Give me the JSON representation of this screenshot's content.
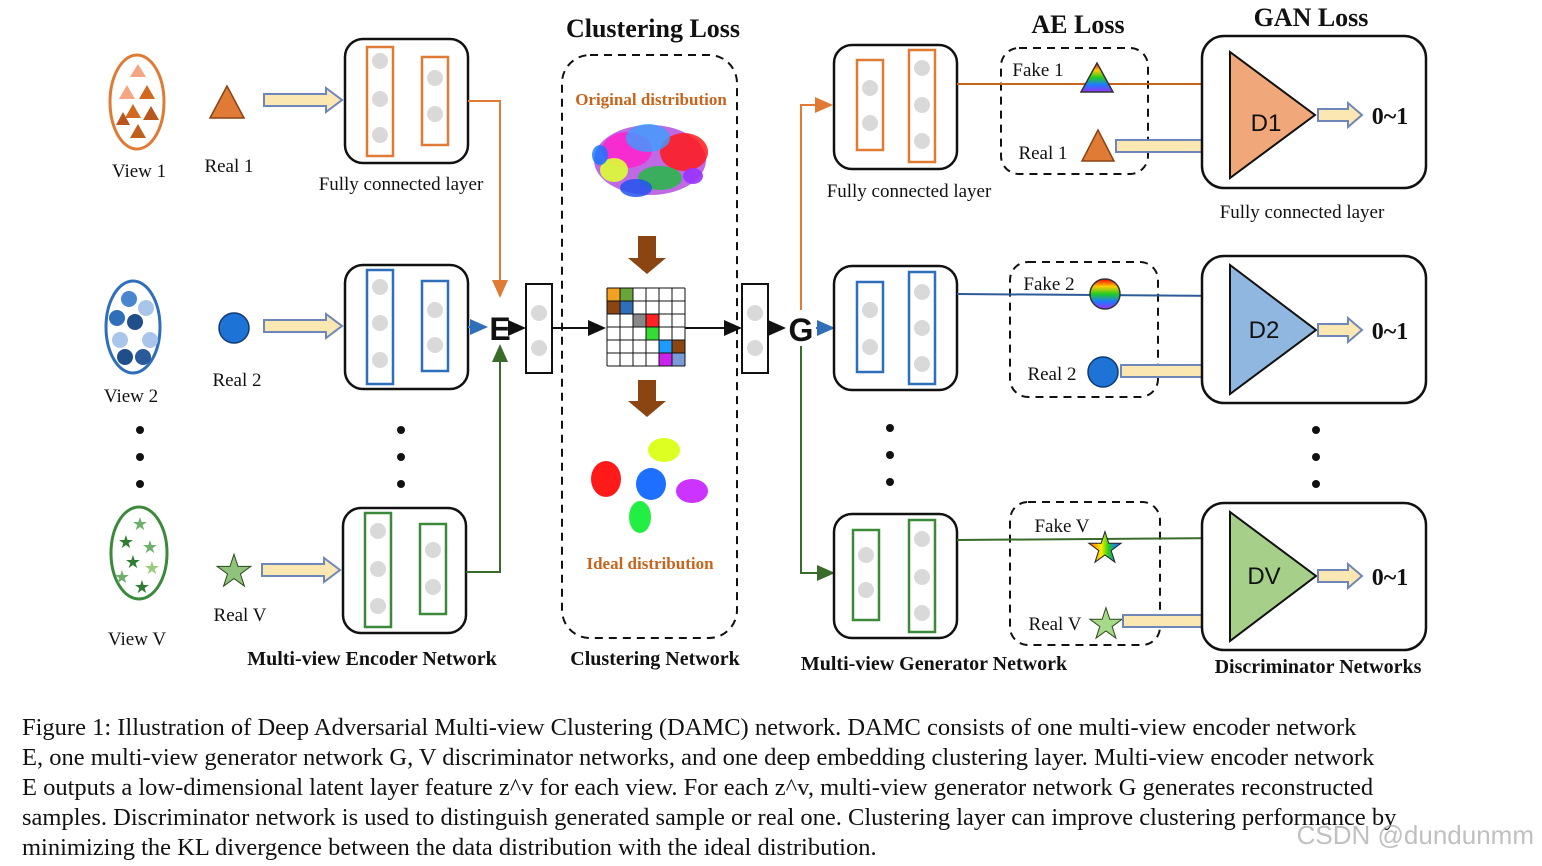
{
  "titles": {
    "clustering_loss": "Clustering Loss",
    "ae_loss": "AE Loss",
    "gan_loss": "GAN Loss"
  },
  "views": [
    {
      "label": "View 1",
      "real": "Real 1"
    },
    {
      "label": "View 2",
      "real": "Real 2"
    },
    {
      "label": "View V",
      "real": "Real V"
    }
  ],
  "encoder": {
    "fc_label": "Fully connected layer",
    "node": "E",
    "name": "Multi-view Encoder Network"
  },
  "clustering": {
    "original": "Original distribution",
    "ideal": "Ideal distribution",
    "name": "Clustering Network"
  },
  "generator": {
    "fc_label": "Fully connected layer",
    "node": "G",
    "name": "Multi-view Generator Network"
  },
  "ae_pairs": [
    {
      "fake": "Fake 1",
      "real": "Real 1"
    },
    {
      "fake": "Fake 2",
      "real": "Real 2"
    },
    {
      "fake": "Fake V",
      "real": "Real V"
    }
  ],
  "discriminators": {
    "items": [
      {
        "label": "D1",
        "output": "0~1"
      },
      {
        "label": "D2",
        "output": "0~1"
      },
      {
        "label": "DV",
        "output": "0~1"
      }
    ],
    "fc_label": "Fully connected layer",
    "name": "Discriminator Networks"
  },
  "colors": {
    "view1": "#e07b35",
    "view2": "#2f6fba",
    "viewV": "#3a8a3a",
    "d1_fill": "#f0a77a",
    "d2_fill": "#8fb7e0",
    "dv_fill": "#a6cf8a",
    "arrow_fill": "#fbe7b2",
    "arrow_stroke": "#6e87b8",
    "down_arrow": "#8b4513"
  },
  "caption": {
    "line1": "Figure 1: Illustration of Deep Adversarial Multi-view Clustering (DAMC) network. DAMC consists of one multi-view encoder network",
    "line2": "E, one multi-view generator network G, V discriminator networks, and one deep embedding clustering layer. Multi-view encoder network",
    "line3": "E outputs a low-dimensional latent layer feature z^v for each view. For each z^v, multi-view generator network G generates reconstructed",
    "line4": "samples. Discriminator network is used to distinguish generated sample or real one. Clustering layer can improve clustering performance by",
    "line5": "minimizing the KL divergence between the data distribution with the ideal distribution."
  },
  "watermark": "CSDN @dundunmm"
}
